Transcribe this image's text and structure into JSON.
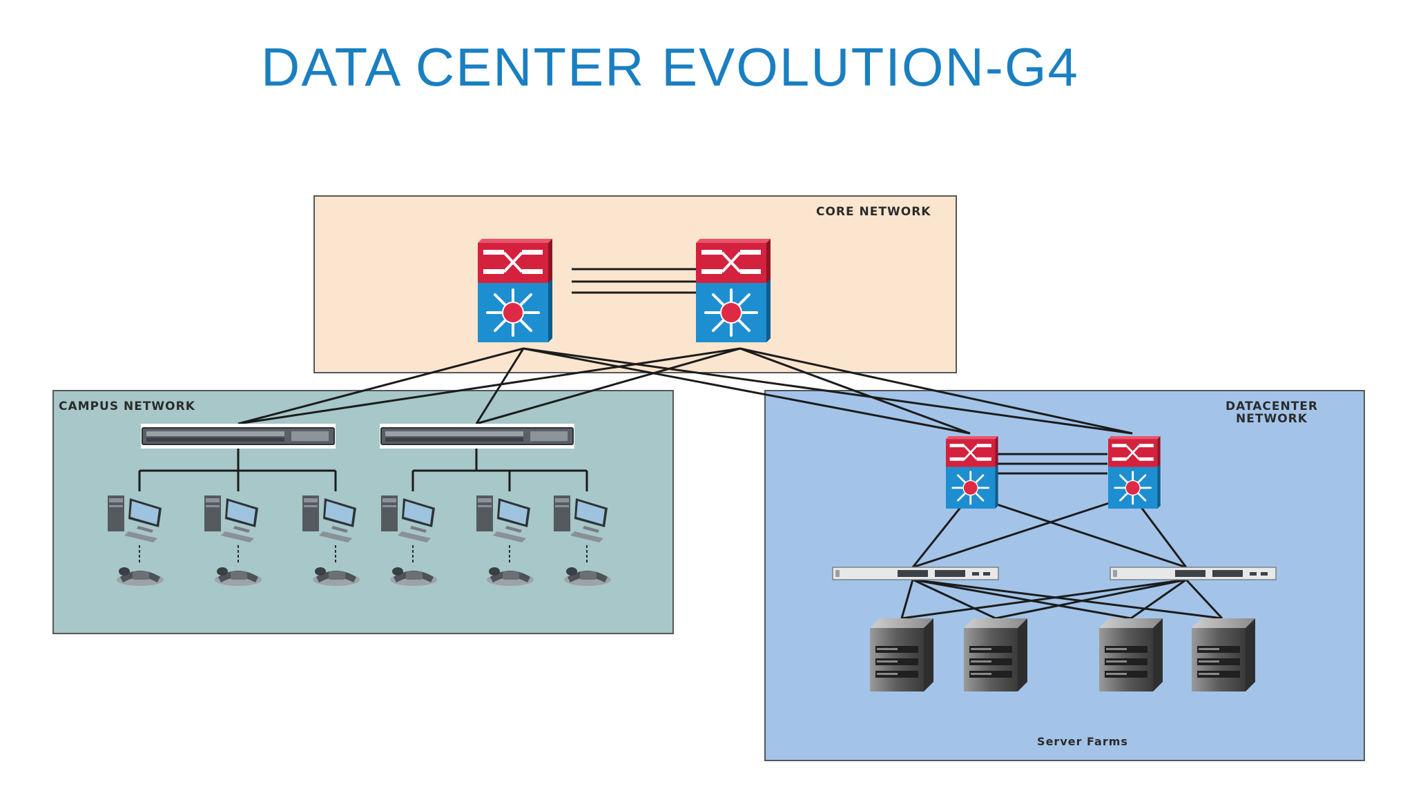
{
  "slide": {
    "title": "DATA CENTER EVOLUTION-G4"
  },
  "zones": {
    "core": {
      "label": "CORE NETWORK",
      "fill": "#fbe5cf"
    },
    "campus": {
      "label": "CAMPUS NETWORK",
      "fill": "#a7c7c9"
    },
    "datacenter": {
      "label_line1": "DATACENTER",
      "label_line2": "NETWORK",
      "fill": "#a3c4e8"
    }
  },
  "server_farm": {
    "label": "Server Farms"
  },
  "colors": {
    "title": "#1a7fc1",
    "router_top": "#d4213d",
    "router_body": "#1d8fd0",
    "router_hub": "#e02a45",
    "link": "#1b1b1b"
  },
  "nodes": {
    "core_routers": 2,
    "campus_switches": 2,
    "workstations": 6,
    "phones": 6,
    "dc_routers": 2,
    "dc_switches": 2,
    "servers": 4
  }
}
